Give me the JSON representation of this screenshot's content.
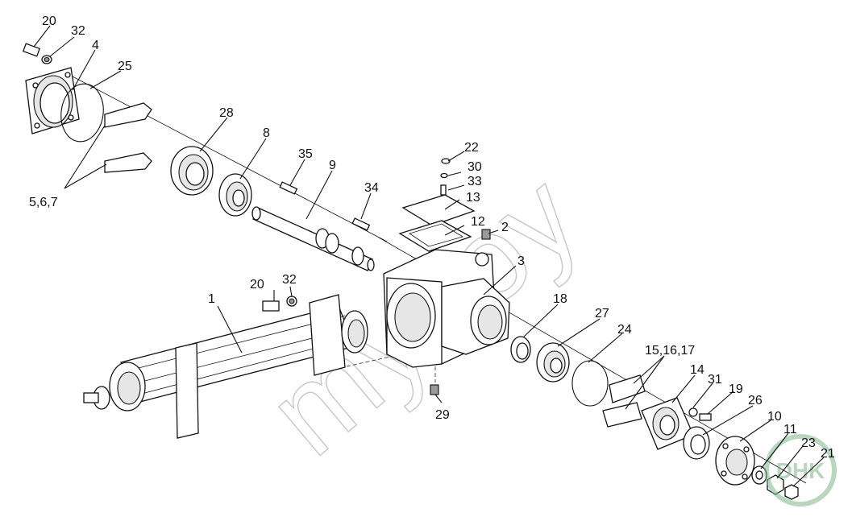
{
  "labels": {
    "l20a": "20",
    "l32a": "32",
    "l4": "4",
    "l25": "25",
    "l567": "5,6,7",
    "l28": "28",
    "l8": "8",
    "l35": "35",
    "l9": "9",
    "l34": "34",
    "l22": "22",
    "l30": "30",
    "l33": "33",
    "l13": "13",
    "l12": "12",
    "l2": "2",
    "l3": "3",
    "l1": "1",
    "l20b": "20",
    "l32b": "32",
    "l29": "29",
    "l18": "18",
    "l27": "27",
    "l24": "24",
    "l151617": "15,16,17",
    "l14": "14",
    "l31": "31",
    "l19": "19",
    "l26": "26",
    "l10": "10",
    "l11": "11",
    "l23": "23",
    "l21": "21"
  },
  "watermark": {
    "text": "myboy",
    "logo": "DHK"
  },
  "colors": {
    "ink": "#111111",
    "background": "#ffffff",
    "watermark": "#c9c9c9",
    "logo_green": "#7fb58a"
  }
}
